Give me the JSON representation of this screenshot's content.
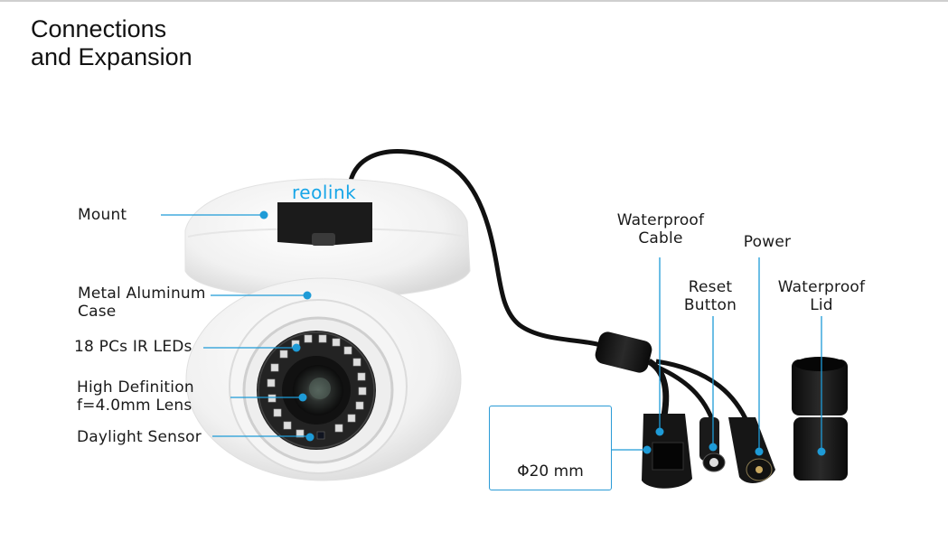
{
  "page": {
    "title_line1": "Connections",
    "title_line2": "and Expansion"
  },
  "brand": {
    "logo_text": "reolink",
    "accent_color": "#1e9bd7"
  },
  "camera_callouts": [
    {
      "id": "mount",
      "lines": [
        "Mount"
      ]
    },
    {
      "id": "case",
      "lines": [
        "Metal Aluminum",
        "Case"
      ]
    },
    {
      "id": "ir-leds",
      "lines": [
        "18 PCs IR LEDs"
      ]
    },
    {
      "id": "lens",
      "lines": [
        "High Definition",
        "f=4.0mm Lens"
      ]
    },
    {
      "id": "daylight-sensor",
      "lines": [
        "Daylight Sensor"
      ]
    }
  ],
  "cable_callouts": [
    {
      "id": "waterproof-cable",
      "lines": [
        "Waterproof",
        "Cable"
      ]
    },
    {
      "id": "power",
      "lines": [
        "Power"
      ]
    },
    {
      "id": "reset-button",
      "lines": [
        "Reset",
        "Button"
      ]
    },
    {
      "id": "waterproof-lid",
      "lines": [
        "Waterproof",
        "Lid"
      ]
    }
  ],
  "inset": {
    "caption": "Φ20 mm"
  }
}
